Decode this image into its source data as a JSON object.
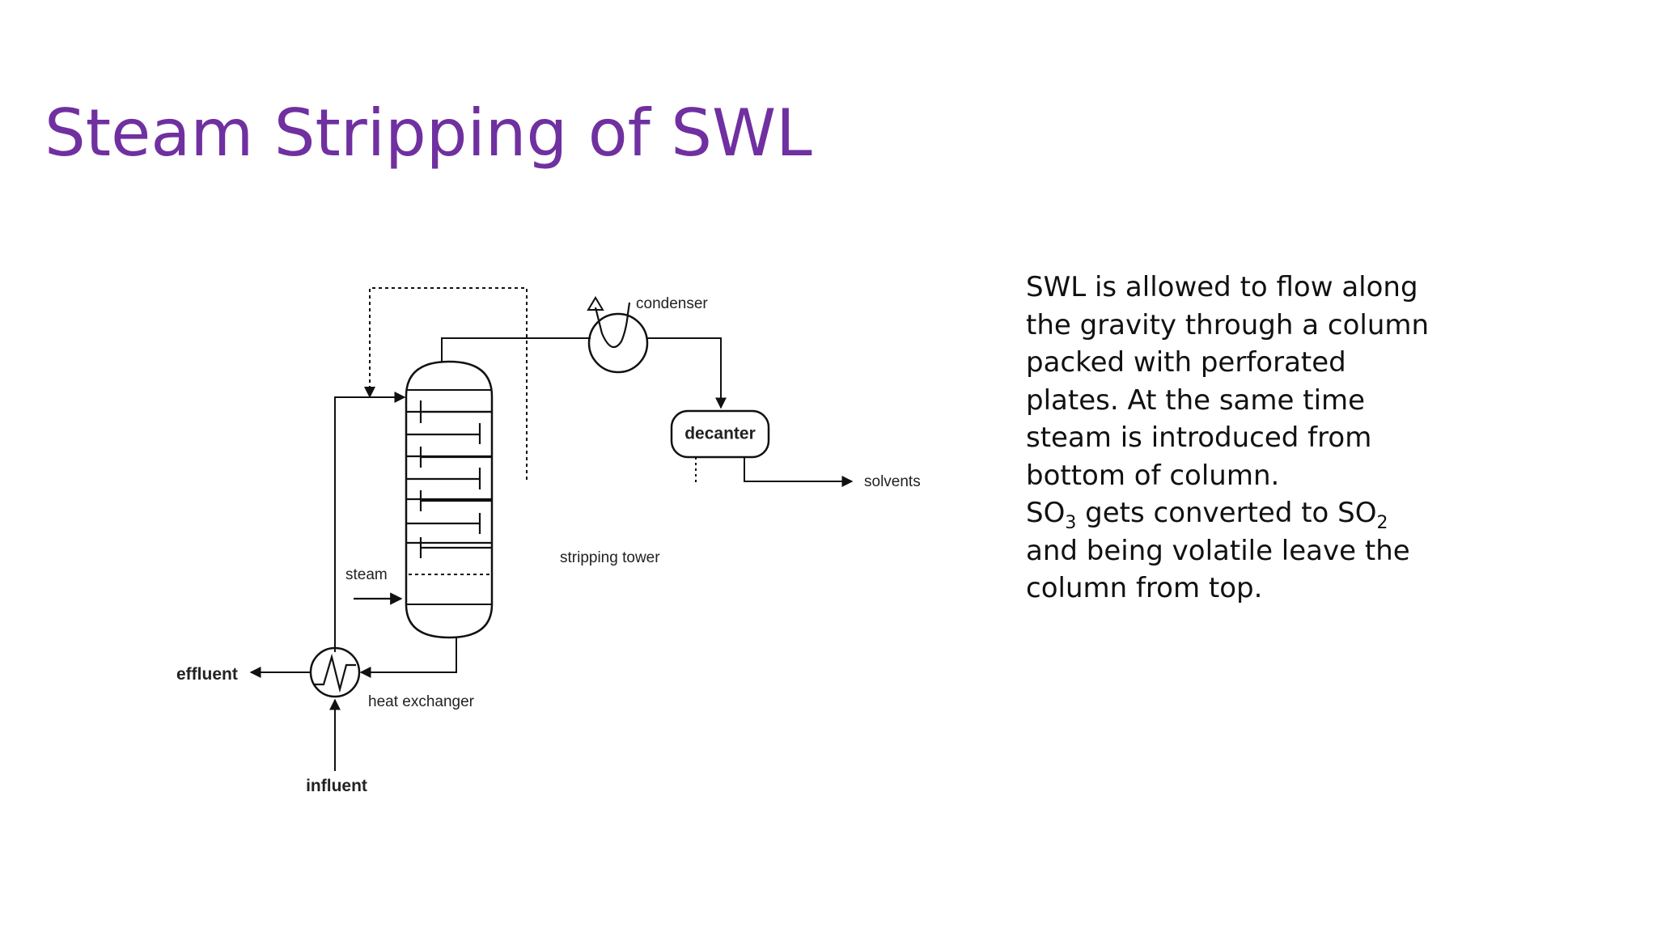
{
  "slide": {
    "title": "Steam Stripping of SWL",
    "title_color": "#7030a0",
    "text_color": "#111111"
  },
  "diagram": {
    "labels": {
      "condenser": "condenser",
      "decanter": "decanter",
      "solvents": "solvents",
      "stripping_tower": "stripping tower",
      "steam": "steam",
      "effluent": "effluent",
      "heat_exchanger": "heat exchanger",
      "influent": "influent"
    }
  },
  "description": {
    "paragraph1": "SWL is allowed to flow along the gravity through a column packed with perforated plates. At the same time steam is introduced from bottom of column.",
    "paragraph2": {
      "part1": "SO",
      "sub1": "3",
      "part2": " gets converted to SO",
      "sub2": "2",
      "part3": " and being volatile leave the column from top."
    }
  }
}
